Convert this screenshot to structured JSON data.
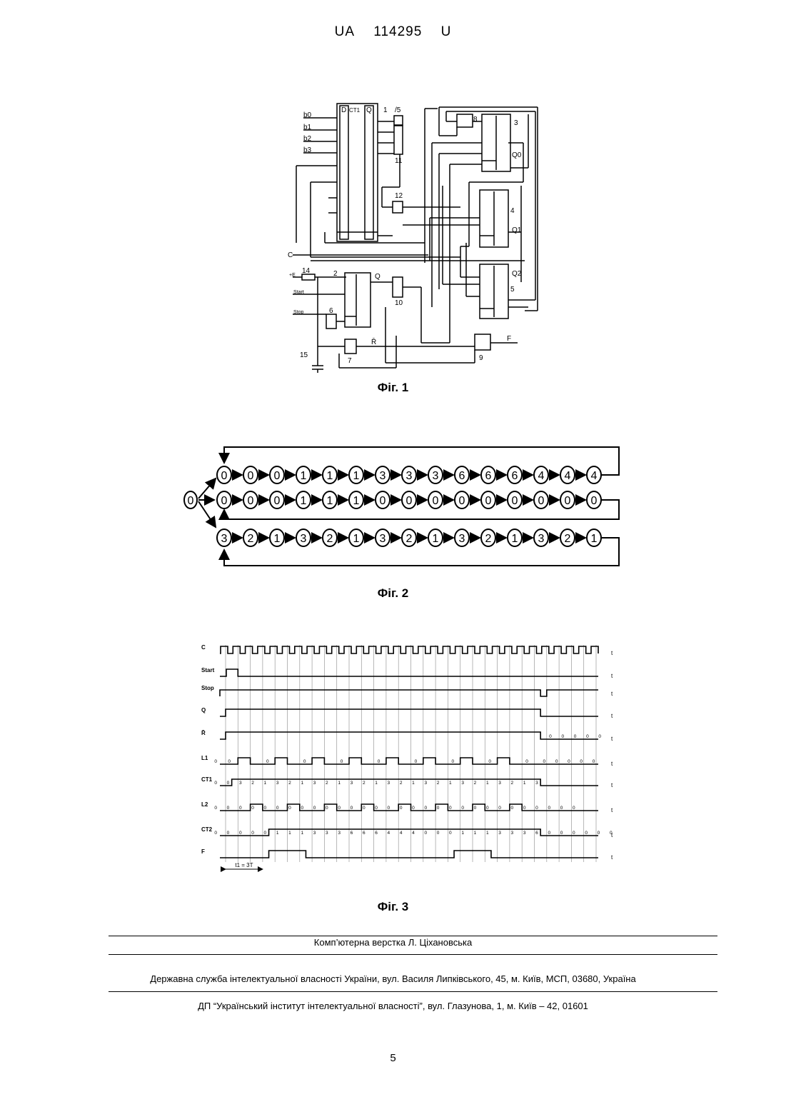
{
  "header": {
    "country": "UA",
    "number": "114295",
    "kind": "U"
  },
  "fig1": {
    "caption": "Фіг. 1",
    "labels": {
      "b0": "b0",
      "b1": "b1",
      "b2": "b2",
      "b3": "b3",
      "C": "C",
      "ct1": "CT1",
      "dLabel": "D",
      "qLabel": "Q",
      "n1": "1",
      "n5": "/5",
      "n8": "8",
      "n3": "3",
      "n4": "4",
      "n5b": "5",
      "n11": "11",
      "n12": "12",
      "n14": "14",
      "n2": "2",
      "n6": "6",
      "n7": "7",
      "n9": "9",
      "n10": "10",
      "n15": "15",
      "q0": "Q0",
      "q1": "Q1",
      "q2": "Q2",
      "qsig": "Q",
      "rbar": "R̄",
      "F": "F",
      "start": "Start",
      "stop": "Stop",
      "plusE": "+E"
    }
  },
  "fig2": {
    "caption": "Фіг. 2",
    "start": "0",
    "rows": [
      [
        "0",
        "0",
        "0",
        "1",
        "1",
        "1",
        "3",
        "3",
        "3",
        "6",
        "6",
        "6",
        "4",
        "4",
        "4"
      ],
      [
        "0",
        "0",
        "0",
        "1",
        "1",
        "1",
        "0",
        "0",
        "0",
        "0",
        "0",
        "0",
        "0",
        "0",
        "0"
      ],
      [
        "3",
        "2",
        "1",
        "3",
        "2",
        "1",
        "3",
        "2",
        "1",
        "3",
        "2",
        "1",
        "3",
        "2",
        "1"
      ]
    ]
  },
  "fig3": {
    "caption": "Фіг. 3",
    "signals": [
      "C",
      "Start",
      "Stop",
      "Q",
      "R̄",
      "L1",
      "CT1",
      "L2",
      "CT2",
      "F"
    ],
    "t": "t",
    "annotation": "t1 = 3T",
    "rows": {
      "R": [
        "0",
        "0",
        "0",
        "0",
        "0"
      ],
      "L1": [
        "0",
        "0",
        "0",
        "0",
        "0",
        "0",
        "0",
        "0",
        "0",
        "0",
        "0",
        "0",
        "0",
        "0",
        "0"
      ],
      "CT1": [
        "0",
        "0",
        "3",
        "2",
        "1",
        "3",
        "2",
        "1",
        "3",
        "2",
        "1",
        "3",
        "2",
        "1",
        "3",
        "2",
        "1",
        "3",
        "2",
        "1",
        "3",
        "2",
        "1",
        "3",
        "2",
        "1",
        "3"
      ],
      "L2": [
        "0",
        "0",
        "0",
        "0",
        "0",
        "0",
        "0",
        "0",
        "0",
        "0",
        "0",
        "0",
        "0",
        "0",
        "0",
        "0",
        "0",
        "0",
        "0",
        "0",
        "0",
        "0",
        "0",
        "0",
        "0",
        "0",
        "0",
        "0",
        "0",
        "0"
      ],
      "CT2": [
        "0",
        "0",
        "0",
        "0",
        "0",
        "1",
        "1",
        "1",
        "3",
        "3",
        "3",
        "6",
        "6",
        "6",
        "4",
        "4",
        "4",
        "0",
        "0",
        "0",
        "1",
        "1",
        "1",
        "3",
        "3",
        "3",
        "6",
        "0",
        "0",
        "0",
        "0",
        "0",
        "0"
      ]
    }
  },
  "footer": {
    "layout": "Комп’ютерна верстка Л. Ціхановська",
    "agency": "Державна служба інтелектуальної власності України, вул. Василя Липківського, 45, м. Київ, МСП, 03680, Україна",
    "institute": "ДП “Український інститут інтелектуальної власності”, вул. Глазунова, 1, м. Київ – 42, 01601",
    "page": "5"
  }
}
